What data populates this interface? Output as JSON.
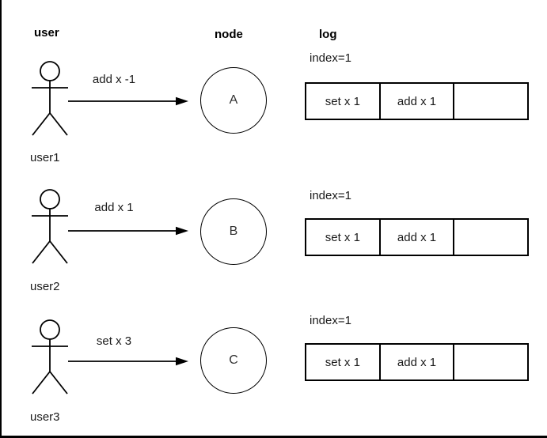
{
  "diagram": {
    "column_headers": {
      "user": "user",
      "node": "node",
      "log": "log"
    },
    "rows": [
      {
        "user_label": "user1",
        "message": "add x -1",
        "node_label": "A",
        "log_index": "index=1",
        "log_cells": [
          "set x 1",
          "add x 1",
          ""
        ]
      },
      {
        "user_label": "user2",
        "message": "add x 1",
        "node_label": "B",
        "log_index": "index=1",
        "log_cells": [
          "set x 1",
          "add x 1",
          ""
        ]
      },
      {
        "user_label": "user3",
        "message": "set x 3",
        "node_label": "C",
        "log_index": "index=1",
        "log_cells": [
          "set x 1",
          "add x 1",
          ""
        ]
      }
    ]
  },
  "colors": {
    "stroke": "#000000",
    "heading_text": "#000000",
    "body_text": "#1a1a1a",
    "background": "#ffffff"
  }
}
